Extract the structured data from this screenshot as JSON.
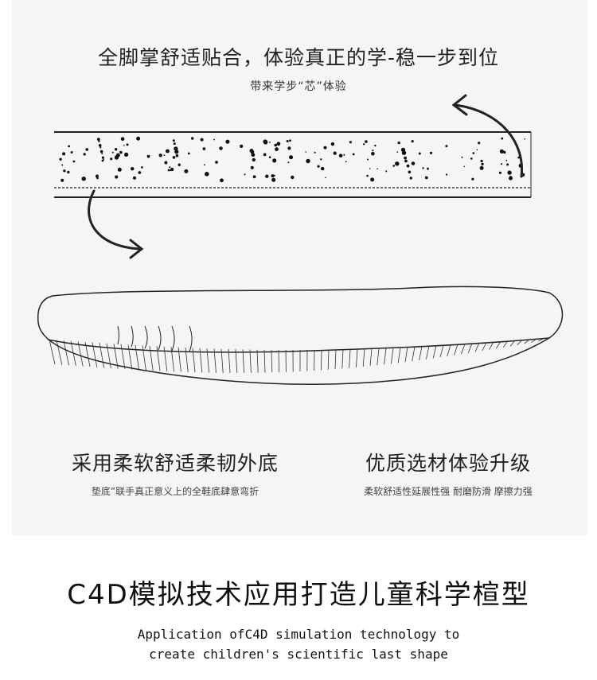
{
  "header": {
    "title": "全脚掌舒适贴合，体验真正的学-稳一步到位",
    "subtitle": "带来学步“芯”体验"
  },
  "features": {
    "left": {
      "title": "采用柔软舒适柔韧外底",
      "subtitle": "垫底”联手真正意义上的全鞋底肆意弯折"
    },
    "right": {
      "title": "优质选材体验升级",
      "subtitle": "柔软舒适性延展性强 耐磨防滑 摩擦力强"
    }
  },
  "main": {
    "title": "C4D模拟技术应用打造儿童科学楦型",
    "english_line1": "Application ofC4D simulation technology to",
    "english_line2": "create children's scientific last shape"
  },
  "colors": {
    "panel": "#f5f5f4",
    "ink": "#222222"
  }
}
